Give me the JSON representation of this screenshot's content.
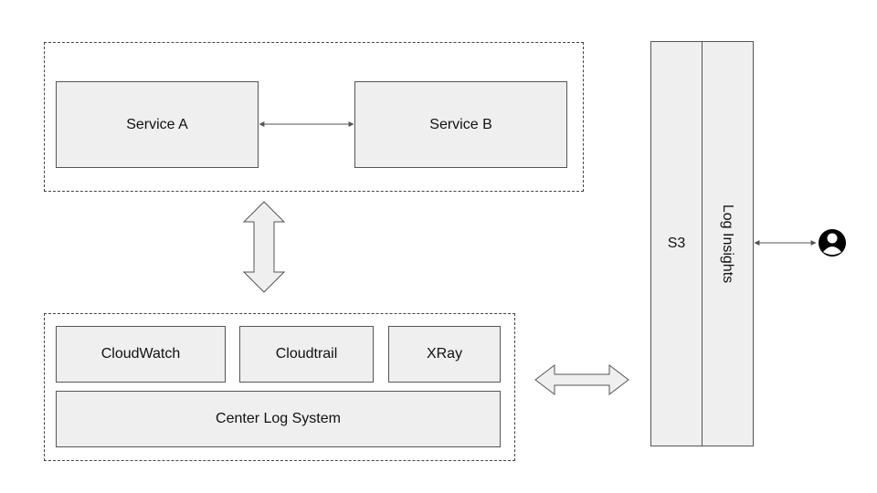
{
  "diagram": {
    "service_a": "Service A",
    "service_b": "Service B",
    "cloudwatch": "CloudWatch",
    "cloudtrail": "Cloudtrail",
    "xray": "XRay",
    "center_log": "Center Log System",
    "s3": "S3",
    "log_insights": "Log Insights",
    "user_icon": "user-icon"
  },
  "colors": {
    "box_fill": "#efefef",
    "box_border": "#555555",
    "dashed_border": "#444444",
    "user_icon": "#000000"
  }
}
